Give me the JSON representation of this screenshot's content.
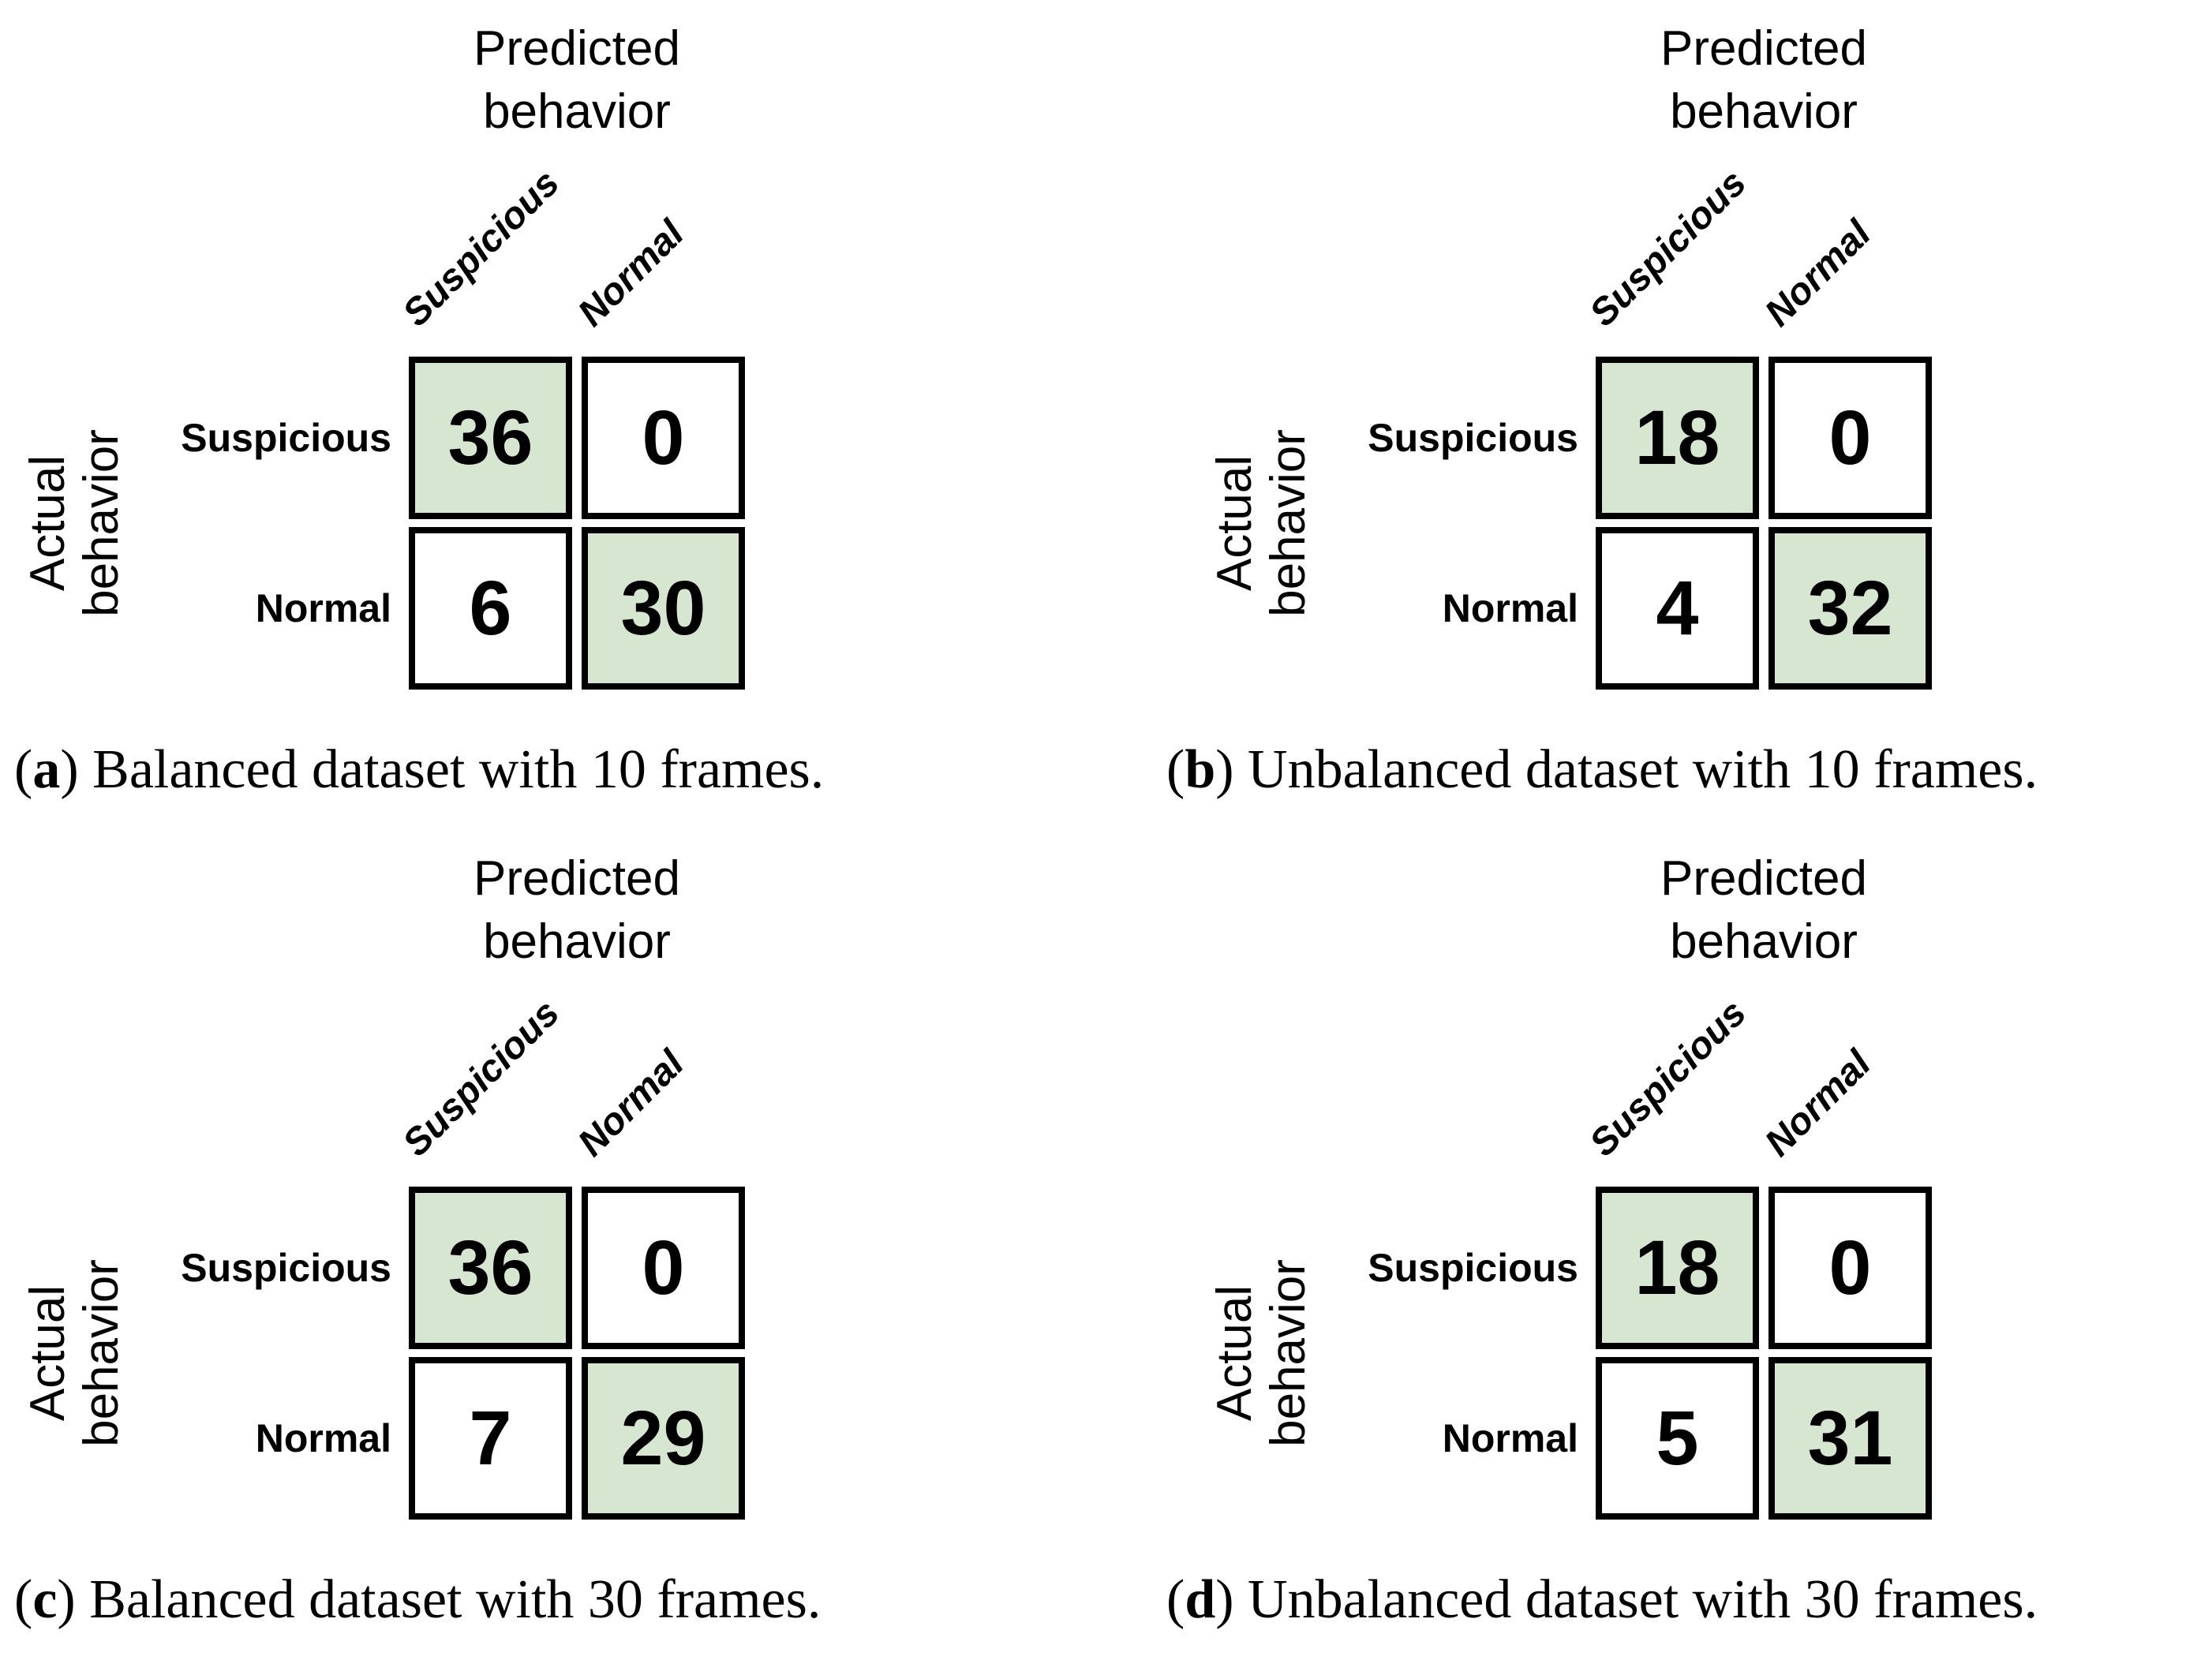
{
  "style": {
    "highlight_color": "#d7e6d1",
    "cell_border_color": "#000000",
    "text_color": "#000000",
    "background_color": "#ffffff"
  },
  "chart_data": [
    {
      "type": "heatmap",
      "panel_letter": "a",
      "caption_open": "(",
      "caption_rest": ") Balanced dataset with 10 frames.",
      "xlabel_line1": "Predicted",
      "xlabel_line2": "behavior",
      "ylabel_line1": "Actual",
      "ylabel_line2": "behavior",
      "x_categories": [
        "Suspicious",
        "Normal"
      ],
      "y_categories": [
        "Suspicious",
        "Normal"
      ],
      "matrix": [
        [
          36,
          0
        ],
        [
          6,
          30
        ]
      ],
      "highlighted_cells": [
        [
          0,
          0
        ],
        [
          1,
          1
        ]
      ]
    },
    {
      "type": "heatmap",
      "panel_letter": "b",
      "caption_open": "(",
      "caption_rest": ") Unbalanced dataset with 10 frames.",
      "xlabel_line1": "Predicted",
      "xlabel_line2": "behavior",
      "ylabel_line1": "Actual",
      "ylabel_line2": "behavior",
      "x_categories": [
        "Suspicious",
        "Normal"
      ],
      "y_categories": [
        "Suspicious",
        "Normal"
      ],
      "matrix": [
        [
          18,
          0
        ],
        [
          4,
          32
        ]
      ],
      "highlighted_cells": [
        [
          0,
          0
        ],
        [
          1,
          1
        ]
      ]
    },
    {
      "type": "heatmap",
      "panel_letter": "c",
      "caption_open": "(",
      "caption_rest": ") Balanced dataset with 30 frames.",
      "xlabel_line1": "Predicted",
      "xlabel_line2": "behavior",
      "ylabel_line1": "Actual",
      "ylabel_line2": "behavior",
      "x_categories": [
        "Suspicious",
        "Normal"
      ],
      "y_categories": [
        "Suspicious",
        "Normal"
      ],
      "matrix": [
        [
          36,
          0
        ],
        [
          7,
          29
        ]
      ],
      "highlighted_cells": [
        [
          0,
          0
        ],
        [
          1,
          1
        ]
      ]
    },
    {
      "type": "heatmap",
      "panel_letter": "d",
      "caption_open": "(",
      "caption_rest": ") Unbalanced dataset with 30 frames.",
      "xlabel_line1": "Predicted",
      "xlabel_line2": "behavior",
      "ylabel_line1": "Actual",
      "ylabel_line2": "behavior",
      "x_categories": [
        "Suspicious",
        "Normal"
      ],
      "y_categories": [
        "Suspicious",
        "Normal"
      ],
      "matrix": [
        [
          18,
          0
        ],
        [
          5,
          31
        ]
      ],
      "highlighted_cells": [
        [
          0,
          0
        ],
        [
          1,
          1
        ]
      ]
    }
  ]
}
